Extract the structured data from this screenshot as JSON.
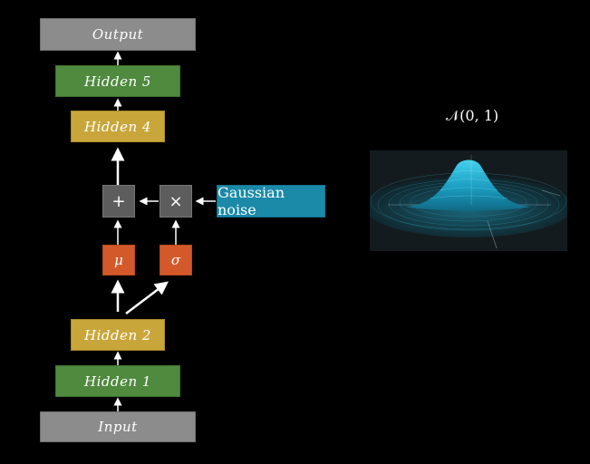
{
  "nodes": {
    "output": "Output",
    "hidden5": "Hidden 5",
    "hidden4": "Hidden 4",
    "plus": "+",
    "times": "×",
    "noise": "Gaussian noise",
    "mu": "μ",
    "sigma": "σ",
    "hidden2": "Hidden 2",
    "hidden1": "Hidden 1",
    "input": "Input"
  },
  "distribution": {
    "title": "𝒩(0, 1)"
  },
  "colors": {
    "gray": "#8c8c8c",
    "green": "#4f8a3e",
    "gold": "#c9a63a",
    "dark": "#5d5d5d",
    "orange": "#d4592a",
    "teal": "#1a8aa8",
    "surface": "#1fa3c4"
  }
}
